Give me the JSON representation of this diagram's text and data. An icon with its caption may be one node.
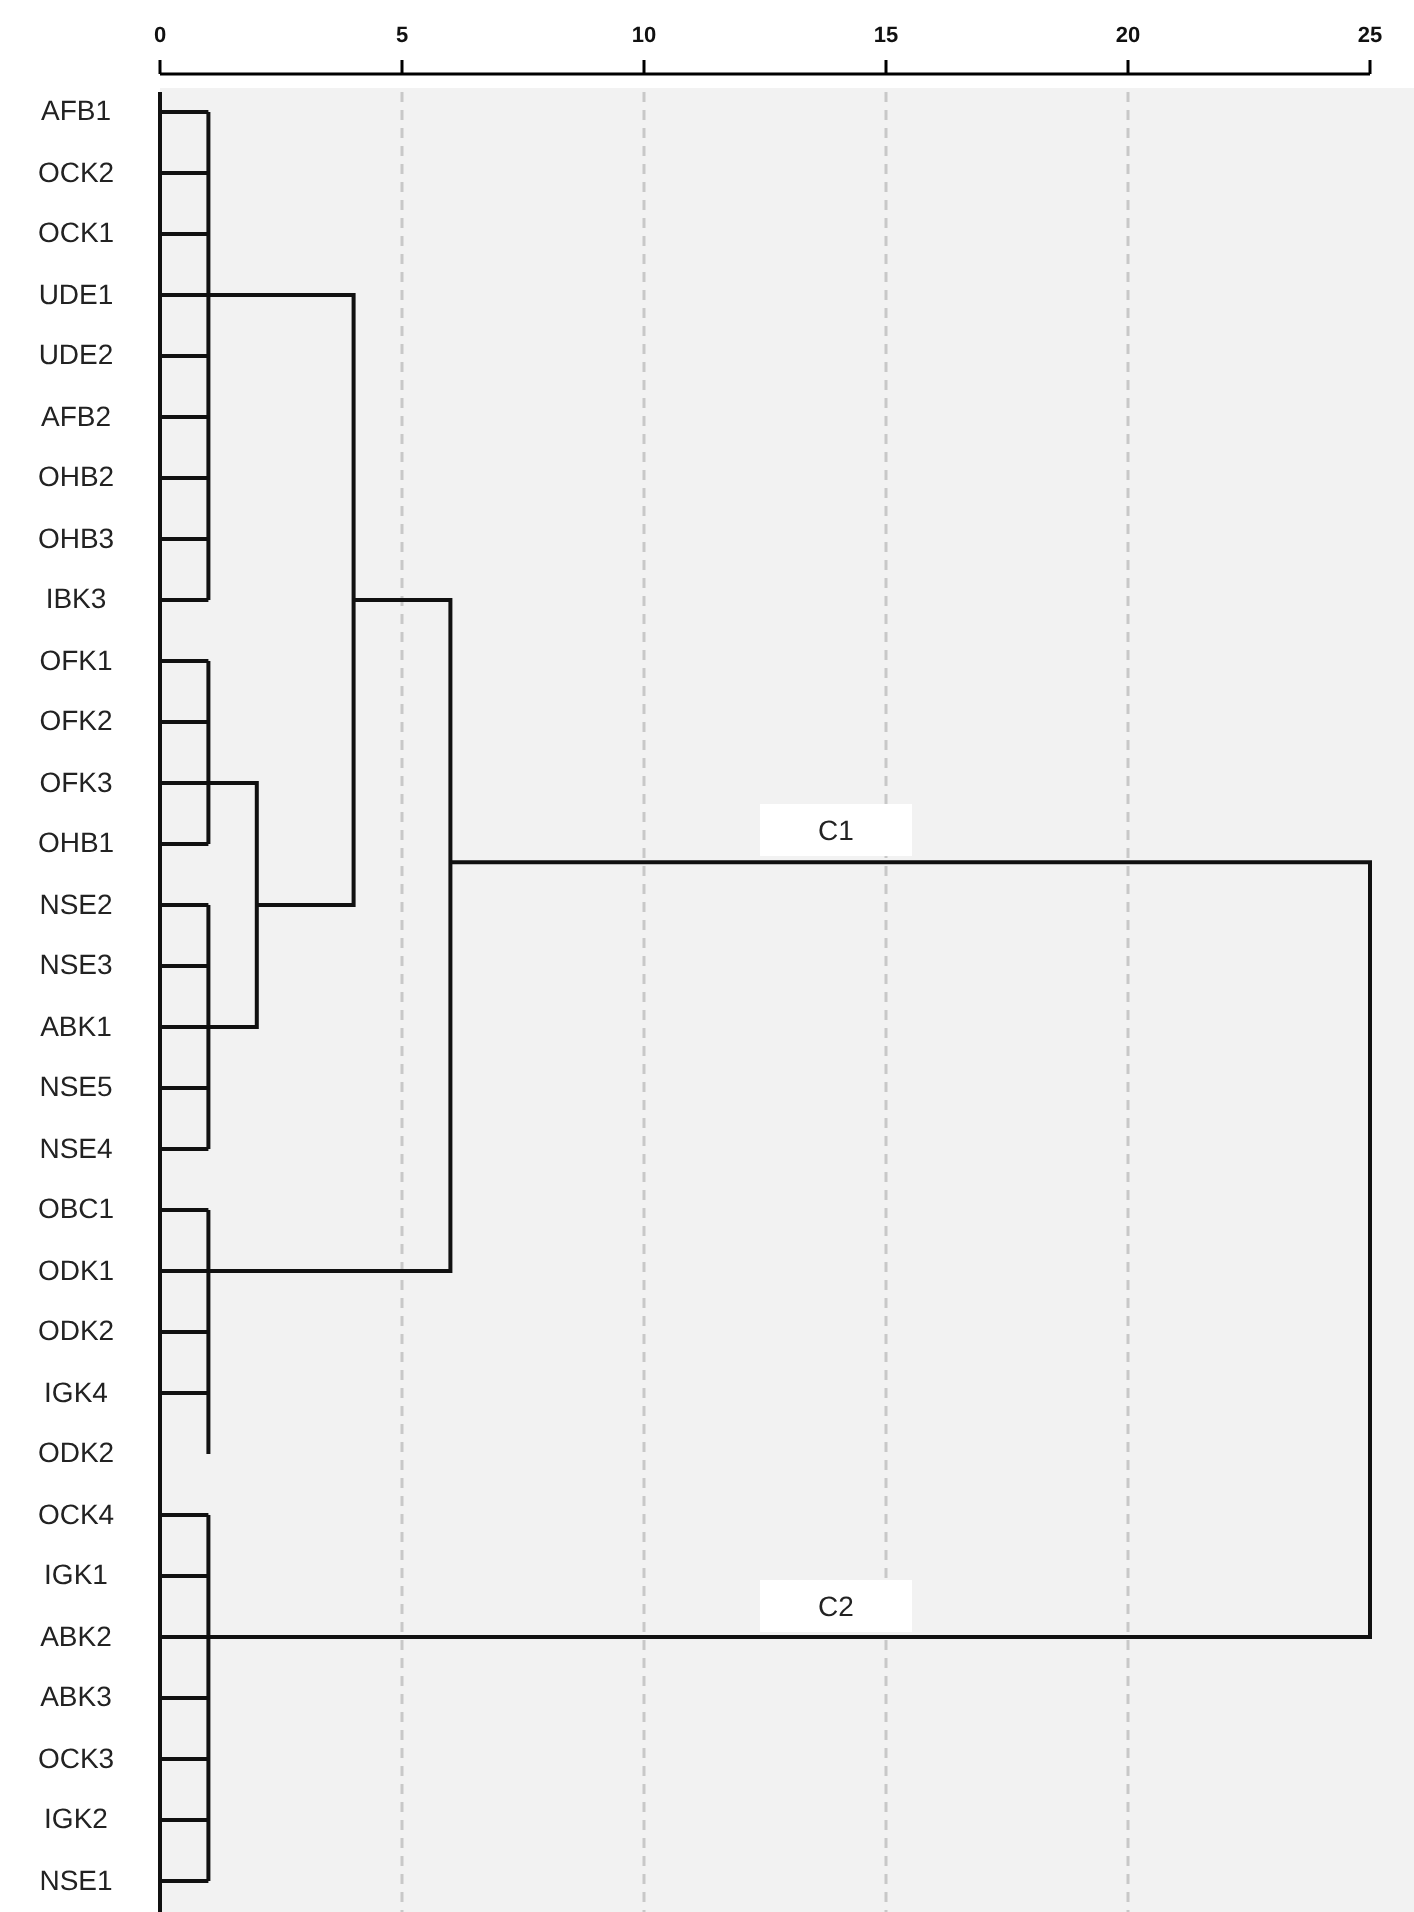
{
  "diagram": {
    "labels": [
      "0",
      "5",
      "10",
      "15",
      "20",
      "25",
      "AFB1",
      "OCK2",
      "OCK1",
      "UDE1",
      "UDE2",
      "AFB2",
      "OHB2",
      "OHB3",
      "IBK3",
      "OFK1",
      "OFK2",
      "OFK3",
      "OHB1",
      "C1",
      "NSE2",
      "NSE3",
      "ABK1",
      "NSE5",
      "NSE4",
      "OBC1",
      "ODK1",
      "ODK2",
      "IGK4",
      "ODK2",
      "OCK4",
      "IGK1",
      "C2",
      "ABK2",
      "ABK3",
      "OCK3",
      "IGK2",
      "NSE1"
    ]
  }
}
